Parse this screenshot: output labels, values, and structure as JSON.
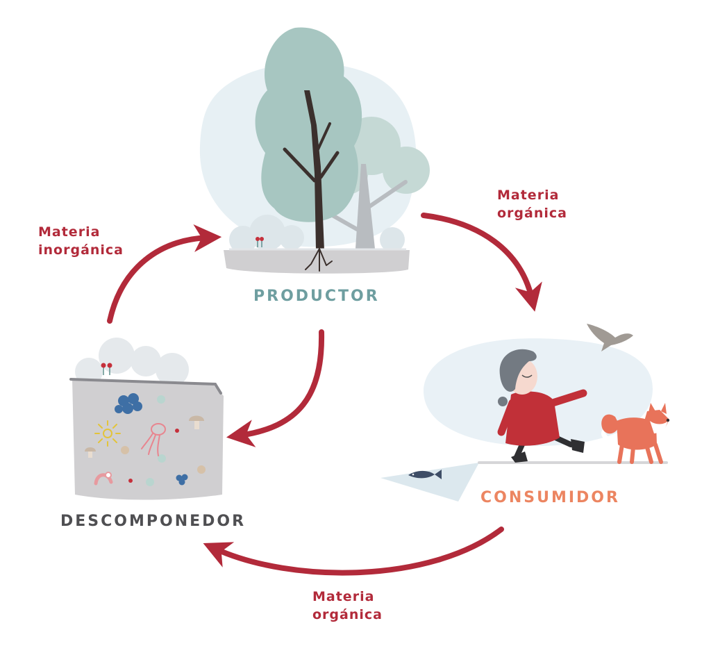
{
  "nodes": {
    "producer": "PRODUCTOR",
    "consumer": "CONSUMIDOR",
    "decomposer": "DESCOMPONEDOR"
  },
  "flows": {
    "producer_to_consumer": {
      "line1": "Materia",
      "line2": "orgánica"
    },
    "consumer_to_decomposer": {
      "line1": "Materia",
      "line2": "orgánica"
    },
    "decomposer_to_producer": {
      "line1": "Materia",
      "line2": "inorgánica"
    }
  },
  "colors": {
    "arrow": "#b22a3a",
    "producer_label": "#6e9ea0",
    "consumer_label": "#ec8561",
    "decomposer_label": "#4f4f52"
  }
}
